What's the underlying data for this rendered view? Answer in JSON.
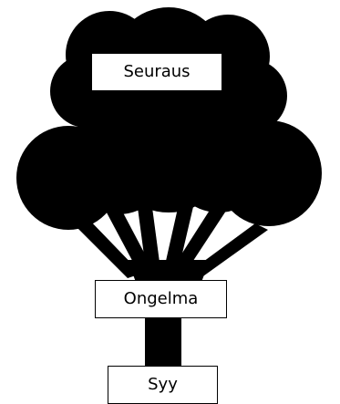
{
  "diagram": {
    "labels": {
      "effect": "Seuraus",
      "problem": "Ongelma",
      "cause": "Syy"
    },
    "colors": {
      "tree": "#000000",
      "box_fill": "#ffffff",
      "box_border": "#000000"
    }
  }
}
